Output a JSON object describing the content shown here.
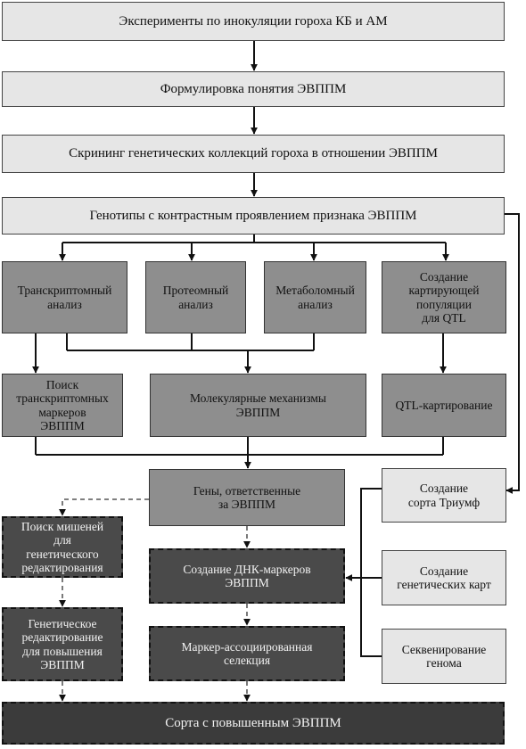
{
  "diagram": {
    "nodes": {
      "experiments": "Эксперименты по инокуляции гороха КБ и АМ",
      "concept": "Формулировка понятия ЭВППМ",
      "screening": "Скрининг генетических коллекций гороха в отношении ЭВППМ",
      "genotypes": "Генотипы с контрастным проявлением признака ЭВППМ",
      "transcriptome": "Транскриптомный\nанализ",
      "proteome": "Протеомный\nанализ",
      "metabolome": "Метаболомный\nанализ",
      "mapping_population": "Создание\nкартирующей\nпопуляции\nдля QTL",
      "transcript_markers": "Поиск\nтранскриптомных\nмаркеров\nЭВППМ",
      "mechanisms": "Молекулярные механизмы\nЭВППМ",
      "qtl_mapping": "QTL-картирование",
      "genes": "Гены, ответственные\nза ЭВППМ",
      "triumph": "Создание\nсорта Триумф",
      "editing_targets": "Поиск мишеней\nдля\nгенетического\nредактирования",
      "dna_markers": "Создание ДНК-маркеров\nЭВППМ",
      "genetic_maps": "Создание\nгенетических карт",
      "gene_editing": "Генетическое\nредактирование\nдля повышения\nЭВППМ",
      "mas": "Маркер-ассоциированная\nселекция",
      "sequencing": "Секвенирование\nгенома",
      "varieties": "Сорта с повышенным ЭВППМ"
    },
    "colors": {
      "light": "#e6e6e6",
      "mid": "#8e8e8e",
      "dark": "#4a4a4a",
      "darkest": "#3b3b3b"
    }
  }
}
